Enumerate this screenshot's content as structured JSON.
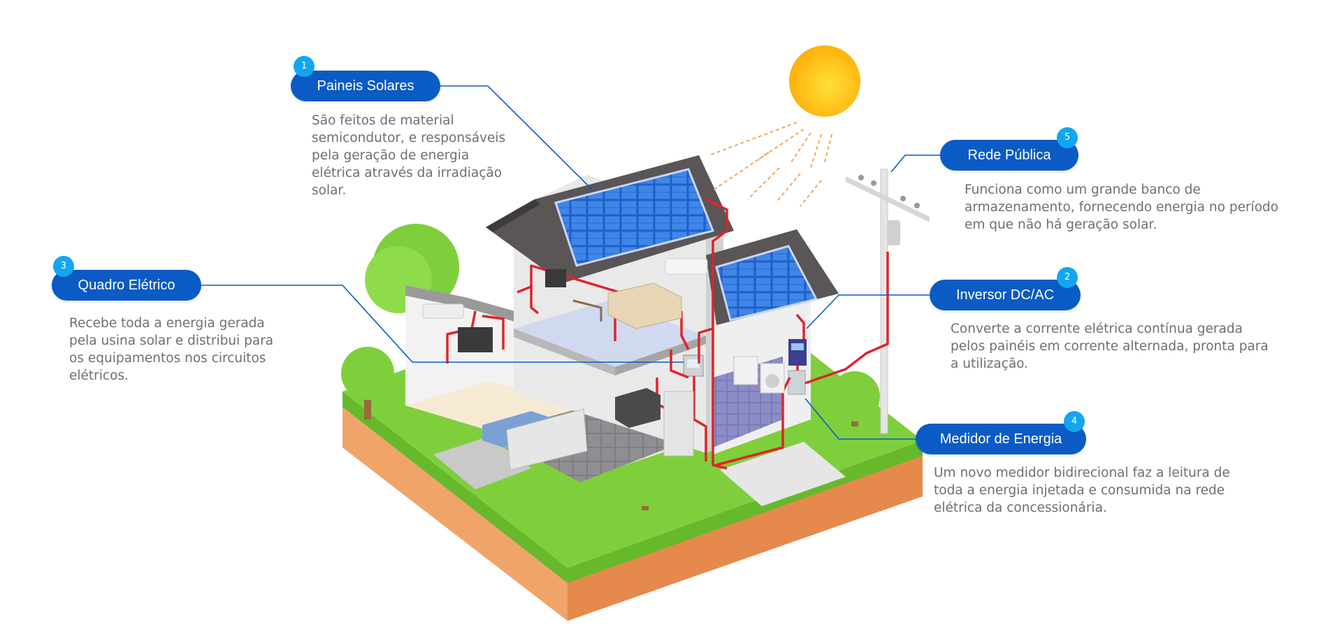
{
  "callouts": [
    {
      "id": "paineis-solares",
      "number": "1",
      "title": "Paineis Solares",
      "description": "São feitos de material semicondutor, e responsáveis pela geração de energia elétrica através da irradiação solar."
    },
    {
      "id": "inversor",
      "number": "2",
      "title": "Inversor DC/AC",
      "description": "Converte a corrente elétrica contínua gerada pelos painéis em corrente alternada, pronta para a utilização."
    },
    {
      "id": "quadro-eletrico",
      "number": "3",
      "title": "Quadro Elétrico",
      "description": "Recebe toda a energia gerada pela usina solar e distribui para os equipamentos nos circuitos elétricos."
    },
    {
      "id": "medidor",
      "number": "4",
      "title": "Medidor de Energia",
      "description": "Um novo medidor bidirecional faz a leitura de toda a energia injetada e consumida na rede elétrica da concessionária."
    },
    {
      "id": "rede-publica",
      "number": "5",
      "title": "Rede Pública",
      "description": "Funciona como um grande banco de armazenamento, fornecendo energia no período em que não há geração solar."
    }
  ],
  "colors": {
    "pill": "#0a5bc4",
    "badge": "#12a6f0",
    "connector": "#0a5bc4",
    "wire": "#e0242a",
    "panel": "#1f5fc9",
    "roof": "#5a5557",
    "grass": "#7fcf3c",
    "soil": "#f0a46a",
    "sun": "#ffc20e"
  }
}
